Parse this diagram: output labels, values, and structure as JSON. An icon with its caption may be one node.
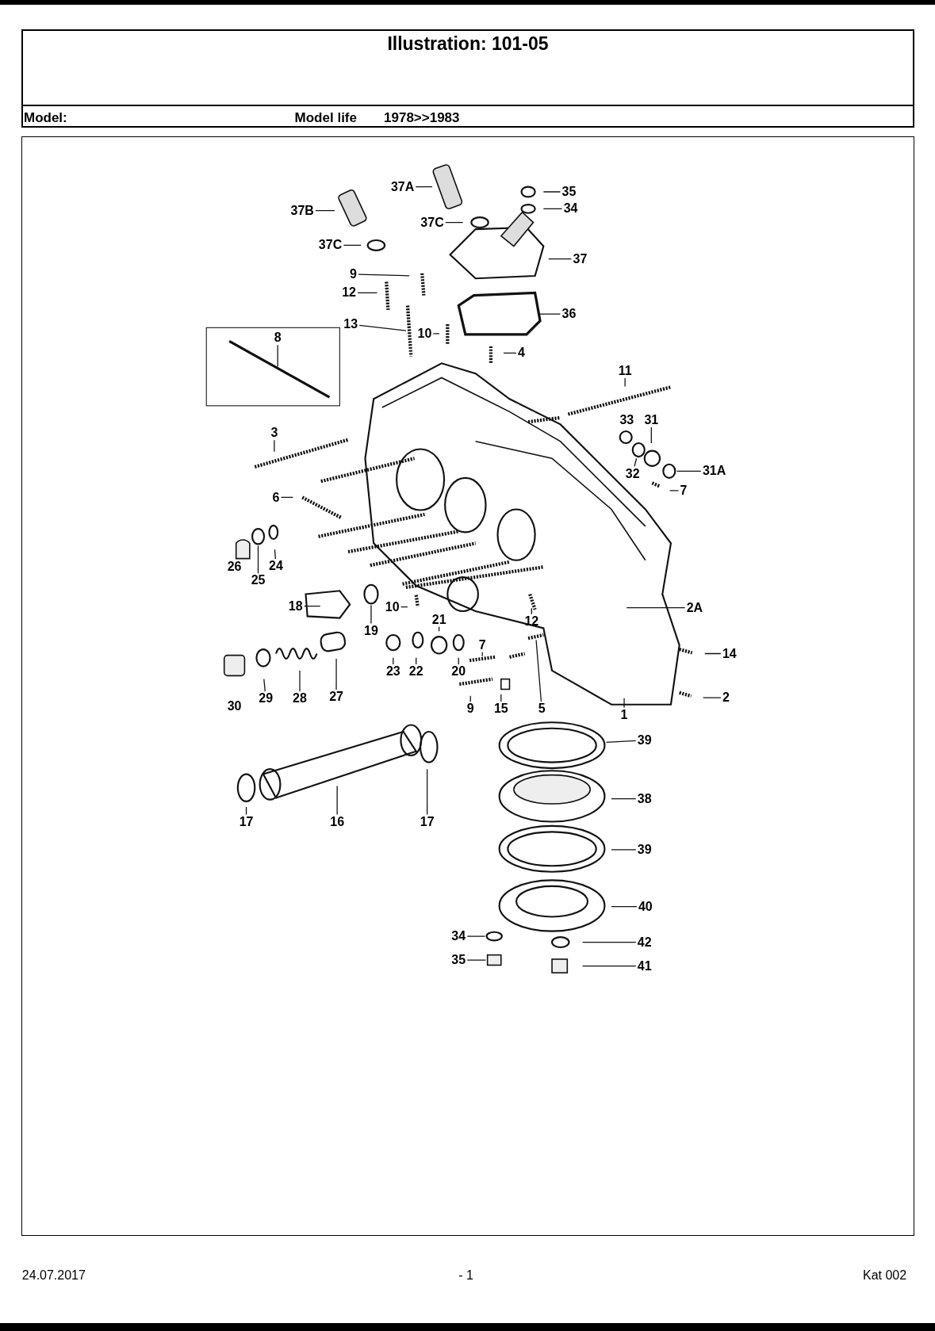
{
  "diagram": {
    "title": "Illustration: 101-05",
    "nodes": [
      {
        "text": [
          "37A"
        ]
      },
      {
        "text": [
          "35"
        ]
      },
      {
        "text": [
          "34"
        ]
      },
      {
        "text": [
          "37B"
        ]
      },
      {
        "text": [
          "37C"
        ]
      },
      {
        "text": [
          "37C"
        ]
      },
      {
        "text": [
          "37"
        ]
      },
      {
        "text": [
          "9"
        ]
      },
      {
        "text": [
          "12"
        ]
      },
      {
        "text": [
          "36"
        ]
      },
      {
        "text": [
          "13"
        ]
      },
      {
        "text": [
          "10"
        ]
      },
      {
        "text": [
          "8"
        ]
      },
      {
        "text": [
          "4"
        ]
      },
      {
        "text": [
          "11"
        ]
      },
      {
        "text": [
          "31"
        ]
      },
      {
        "text": [
          "3"
        ]
      },
      {
        "text": [
          "32"
        ]
      },
      {
        "text": [
          "31A"
        ]
      },
      {
        "text": [
          "7"
        ]
      },
      {
        "text": [
          "6"
        ]
      },
      {
        "text": [
          "25"
        ]
      },
      {
        "text": [
          "24"
        ]
      },
      {
        "text": [
          "18"
        ]
      },
      {
        "text": [
          "10"
        ]
      },
      {
        "text": [
          "2A"
        ]
      },
      {
        "text": [
          "21"
        ]
      },
      {
        "text": [
          "12"
        ]
      },
      {
        "text": [
          "19"
        ]
      },
      {
        "text": [
          "7"
        ]
      },
      {
        "text": [
          "14"
        ]
      },
      {
        "text": [
          "23"
        ]
      },
      {
        "text": [
          "22"
        ]
      },
      {
        "text": [
          "20"
        ]
      },
      {
        "text": [
          "29"
        ]
      },
      {
        "text": [
          "28"
        ]
      },
      {
        "text": [
          "27"
        ]
      },
      {
        "text": [
          "9"
        ]
      },
      {
        "text": [
          "15"
        ]
      },
      {
        "text": [
          "5"
        ]
      },
      {
        "text": [
          "1"
        ]
      },
      {
        "text": [
          "2"
        ]
      },
      {
        "text": [
          "39"
        ]
      },
      {
        "text": [
          "38"
        ]
      },
      {
        "text": [
          "39"
        ]
      },
      {
        "text": [
          "40"
        ]
      },
      {
        "text": [
          "17"
        ]
      },
      {
        "text": [
          "16"
        ]
      },
      {
        "text": [
          "17"
        ]
      },
      {
        "text": [
          "34"
        ]
      },
      {
        "text": [
          "42"
        ]
      },
      {
        "text": [
          "35"
        ]
      },
      {
        "text": [
          "41"
        ]
      },
      {
        "text": [],
        "shape": "bar"
      },
      {
        "text": [],
        "shape": "circle"
      },
      {
        "text": [],
        "shape": "circle"
      },
      {
        "text": [],
        "shape": "circle"
      },
      {
        "text": [],
        "shape": "circle"
      },
      {
        "text": [],
        "shape": "bar"
      },
      {
        "text": [],
        "shape": "circle"
      },
      {
        "text": [],
        "shape": "circle"
      },
      {
        "text": [],
        "shape": "box"
      }
    ],
    "edges": [
      {
        "from": 0,
        "to": null,
        "arrow": "none"
      },
      {
        "from": 1,
        "to": null,
        "arrow": "none"
      },
      {
        "from": 2,
        "to": null,
        "arrow": "none"
      },
      {
        "from": 3,
        "to": null,
        "arrow": "none"
      },
      {
        "from": 4,
        "to": null,
        "arrow": "none"
      },
      {
        "from": 5,
        "to": null,
        "arrow": "none"
      },
      {
        "from": 6,
        "to": null,
        "arrow": "none"
      },
      {
        "from": 7,
        "to": null,
        "arrow": "none"
      },
      {
        "from": 8,
        "to": null,
        "arrow": "none"
      },
      {
        "from": 9,
        "to": null,
        "arrow": "none"
      },
      {
        "from": 10,
        "to": 53,
        "arrow": "none"
      },
      {
        "from": 11,
        "to": null,
        "arrow": "none"
      },
      {
        "from": 12,
        "to": null,
        "arrow": "none"
      },
      {
        "from": 13,
        "to": null,
        "arrow": "none"
      },
      {
        "from": 14,
        "to": null,
        "arrow": "none"
      },
      {
        "from": 15,
        "to": null,
        "arrow": "none"
      },
      {
        "from": 16,
        "to": null,
        "arrow": "none"
      },
      {
        "from": 17,
        "to": 54,
        "arrow": "none"
      },
      {
        "from": 18,
        "to": 55,
        "arrow": "none"
      },
      {
        "from": 19,
        "to": null,
        "arrow": "none"
      },
      {
        "from": 20,
        "to": null,
        "arrow": "none"
      },
      {
        "from": 21,
        "to": 56,
        "arrow": "none"
      },
      {
        "from": 22,
        "to": null,
        "arrow": "none"
      },
      {
        "from": 23,
        "to": null,
        "arrow": "none"
      },
      {
        "from": 24,
        "to": null,
        "arrow": "none"
      },
      {
        "from": 25,
        "to": null,
        "arrow": "none"
      },
      {
        "from": 26,
        "to": null,
        "arrow": "none"
      },
      {
        "from": 27,
        "to": null,
        "arrow": "none"
      },
      {
        "from": 28,
        "to": 57,
        "arrow": "none"
      },
      {
        "from": 29,
        "to": null,
        "arrow": "none"
      },
      {
        "from": 30,
        "to": null,
        "arrow": "none"
      },
      {
        "from": 31,
        "to": null,
        "arrow": "none"
      },
      {
        "from": 32,
        "to": null,
        "arrow": "none"
      },
      {
        "from": 33,
        "to": null,
        "arrow": "none"
      },
      {
        "from": 34,
        "to": null,
        "arrow": "none"
      },
      {
        "from": 35,
        "to": null,
        "arrow": "none"
      },
      {
        "from": 36,
        "to": null,
        "arrow": "none"
      },
      {
        "from": 37,
        "to": null,
        "arrow": "none"
      },
      {
        "from": 38,
        "to": null,
        "arrow": "none"
      },
      {
        "from": 39,
        "to": 58,
        "arrow": "none"
      },
      {
        "from": 40,
        "to": null,
        "arrow": "none"
      },
      {
        "from": 41,
        "to": null,
        "arrow": "none"
      },
      {
        "from": 42,
        "to": 59,
        "arrow": "none"
      },
      {
        "from": 43,
        "to": null,
        "arrow": "none"
      },
      {
        "from": 44,
        "to": null,
        "arrow": "none"
      },
      {
        "from": 45,
        "to": null,
        "arrow": "none"
      },
      {
        "from": 46,
        "to": null,
        "arrow": "none"
      },
      {
        "from": 47,
        "to": null,
        "arrow": "none"
      },
      {
        "from": 48,
        "to": null,
        "arrow": "none"
      },
      {
        "from": 49,
        "to": 60,
        "arrow": "none"
      },
      {
        "from": 50,
        "to": null,
        "arrow": "none"
      },
      {
        "from": 51,
        "to": 61,
        "arrow": "none"
      },
      {
        "from": 52,
        "to": null,
        "arrow": "none"
      }
    ],
    "labels": [
      "Model:",
      "Model life",
      "1978>>1983",
      "33",
      "26",
      "30",
      "24.07.2017",
      "- 1",
      "Kat 002"
    ]
  }
}
